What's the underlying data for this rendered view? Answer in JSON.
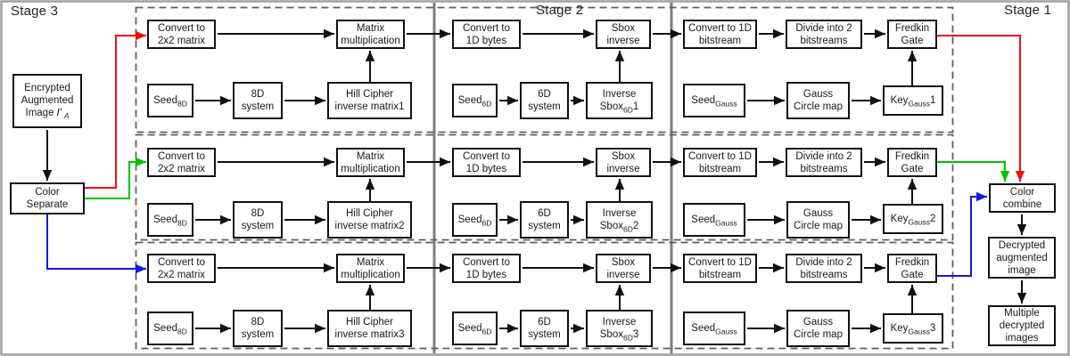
{
  "colors": {
    "red": "#ee1111",
    "green": "#00c400",
    "blue": "#1414e8",
    "black_line": "#111111",
    "dashed_border": "#5f5f5f",
    "stage_line": "#7d7d7d",
    "frame_border": "#a0a0a0"
  },
  "stages": {
    "stage3": "Stage 3",
    "stage2": "Stage 2",
    "stage1": "Stage 1"
  },
  "left": {
    "encrypted_image": {
      "line1": "Encrypted",
      "line2": "Augmented",
      "line3": "Image",
      "math": "I′",
      "math_sub": "A"
    },
    "color_separate": {
      "line1": "Color",
      "line2": "Separate"
    }
  },
  "right": {
    "color_combine": {
      "line1": "Color",
      "line2": "combine"
    },
    "decrypted_augmented": {
      "line1": "Decrypted",
      "line2": "augmented",
      "line3": "image"
    },
    "multiple_decrypted": {
      "line1": "Multiple",
      "line2": "decrypted",
      "line3": "images"
    }
  },
  "rows": [
    {
      "convert_2x2": {
        "line1": "Convert to",
        "line2": "2x2 matrix"
      },
      "matrix_multiplication": {
        "line1": "Matrix",
        "line2": "multiplication"
      },
      "seed_8d": {
        "base": "Seed",
        "sub": "8D"
      },
      "system_8d": {
        "line1": "8D",
        "line2": "system"
      },
      "hill_cipher": {
        "line1": "Hill Cipher",
        "line2": "inverse matrix1"
      },
      "convert_1d_bytes": {
        "line1": "Convert to",
        "line2": "1D bytes"
      },
      "sbox_inverse": {
        "line1": "Sbox",
        "line2": "inverse"
      },
      "seed_6d": {
        "base": "Seed",
        "sub": "6D"
      },
      "system_6d": {
        "line1": "6D",
        "line2": "system"
      },
      "inverse_sbox": {
        "line1": "Inverse",
        "base": "Sbox",
        "sub": "6D",
        "num": "1"
      },
      "convert_1d_bitstream": {
        "line1": "Convert to 1D",
        "line2": "bitstream"
      },
      "divide_bitstreams": {
        "line1": "Divide into 2",
        "line2": "bitstreams"
      },
      "fredkin_gate": {
        "line1": "Fredkin",
        "line2": "Gate"
      },
      "seed_gauss": {
        "base": "Seed",
        "sub": "Gauss"
      },
      "gauss_circle_map": {
        "line1": "Gauss",
        "line2": "Circle map"
      },
      "key_gauss": {
        "base": "Key",
        "sub": "Gauss",
        "num": "1"
      }
    },
    {
      "convert_2x2": {
        "line1": "Convert to",
        "line2": "2x2 matrix"
      },
      "matrix_multiplication": {
        "line1": "Matrix",
        "line2": "multiplication"
      },
      "seed_8d": {
        "base": "Seed",
        "sub": "8D"
      },
      "system_8d": {
        "line1": "8D",
        "line2": "system"
      },
      "hill_cipher": {
        "line1": "Hill Cipher",
        "line2": "inverse matrix2"
      },
      "convert_1d_bytes": {
        "line1": "Convert to",
        "line2": "1D bytes"
      },
      "sbox_inverse": {
        "line1": "Sbox",
        "line2": "inverse"
      },
      "seed_6d": {
        "base": "Seed",
        "sub": "6D"
      },
      "system_6d": {
        "line1": "6D",
        "line2": "system"
      },
      "inverse_sbox": {
        "line1": "Inverse",
        "base": "Sbox",
        "sub": "6D",
        "num": "2"
      },
      "convert_1d_bitstream": {
        "line1": "Convert to 1D",
        "line2": "bitstream"
      },
      "divide_bitstreams": {
        "line1": "Divide into 2",
        "line2": "bitstreams"
      },
      "fredkin_gate": {
        "line1": "Fredkin",
        "line2": "Gate"
      },
      "seed_gauss": {
        "base": "Seed",
        "sub": "Gauss"
      },
      "gauss_circle_map": {
        "line1": "Gauss",
        "line2": "Circle map"
      },
      "key_gauss": {
        "base": "Key",
        "sub": "Gauss",
        "num": "2"
      }
    },
    {
      "convert_2x2": {
        "line1": "Convert to",
        "line2": "2x2 matrix"
      },
      "matrix_multiplication": {
        "line1": "Matrix",
        "line2": "multiplication"
      },
      "seed_8d": {
        "base": "Seed",
        "sub": "8D"
      },
      "system_8d": {
        "line1": "8D",
        "line2": "system"
      },
      "hill_cipher": {
        "line1": "Hill Cipher",
        "line2": "inverse matrix3"
      },
      "convert_1d_bytes": {
        "line1": "Convert to",
        "line2": "1D bytes"
      },
      "sbox_inverse": {
        "line1": "Sbox",
        "line2": "inverse"
      },
      "seed_6d": {
        "base": "Seed",
        "sub": "6D"
      },
      "system_6d": {
        "line1": "6D",
        "line2": "system"
      },
      "inverse_sbox": {
        "line1": "Inverse",
        "base": "Sbox",
        "sub": "6D",
        "num": "3"
      },
      "convert_1d_bitstream": {
        "line1": "Convert to 1D",
        "line2": "bitstream"
      },
      "divide_bitstreams": {
        "line1": "Divide into 2",
        "line2": "bitstreams"
      },
      "fredkin_gate": {
        "line1": "Fredkin",
        "line2": "Gate"
      },
      "seed_gauss": {
        "base": "Seed",
        "sub": "Gauss"
      },
      "gauss_circle_map": {
        "line1": "Gauss",
        "line2": "Circle map"
      },
      "key_gauss": {
        "base": "Key",
        "sub": "Gauss",
        "num": "3"
      }
    }
  ]
}
